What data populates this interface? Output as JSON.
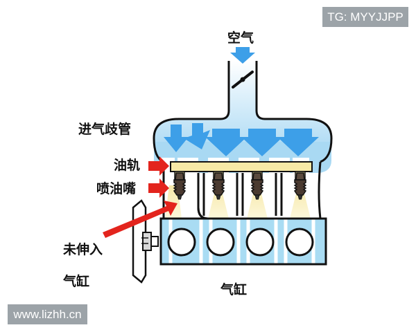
{
  "watermark_top": "TG: MYYJJPP",
  "watermark_bottom": "www.lizhh.cn",
  "labels": {
    "air": "空气",
    "intake_manifold": "进气歧管",
    "fuel_rail": "油轨",
    "injector": "喷油嘴",
    "not_into_cylinder_line1": "未伸入",
    "not_into_cylinder_line2": "气缸",
    "cylinder": "气缸"
  },
  "colors": {
    "air_arrow": "#3d9fe8",
    "air_fill": "#c9e8fa",
    "fuel_rail": "#f7e9a6",
    "fuel_spray": "#fbf1c0",
    "pointer_arrow": "#e3241d",
    "cylinder_block": "#a9dcf3",
    "outline": "#111111",
    "watermark_bg": "#9ca3a8"
  },
  "icons": [
    "throttle-valve-icon",
    "fuel-injector-icon",
    "spark-plug-icon"
  ]
}
